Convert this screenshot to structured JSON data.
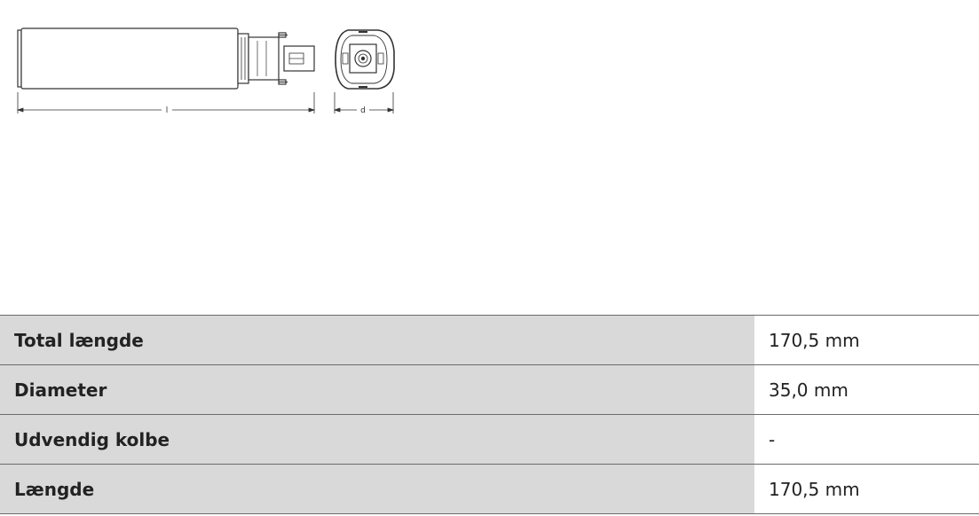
{
  "drawing": {
    "dimension_length_label": "l",
    "dimension_diameter_label": "d"
  },
  "specs": {
    "rows": [
      {
        "label": "Total længde",
        "value": "170,5 mm"
      },
      {
        "label": "Diameter",
        "value": "35,0 mm"
      },
      {
        "label": "Udvendig kolbe",
        "value": "-"
      },
      {
        "label": "Længde",
        "value": "170,5 mm"
      }
    ]
  }
}
